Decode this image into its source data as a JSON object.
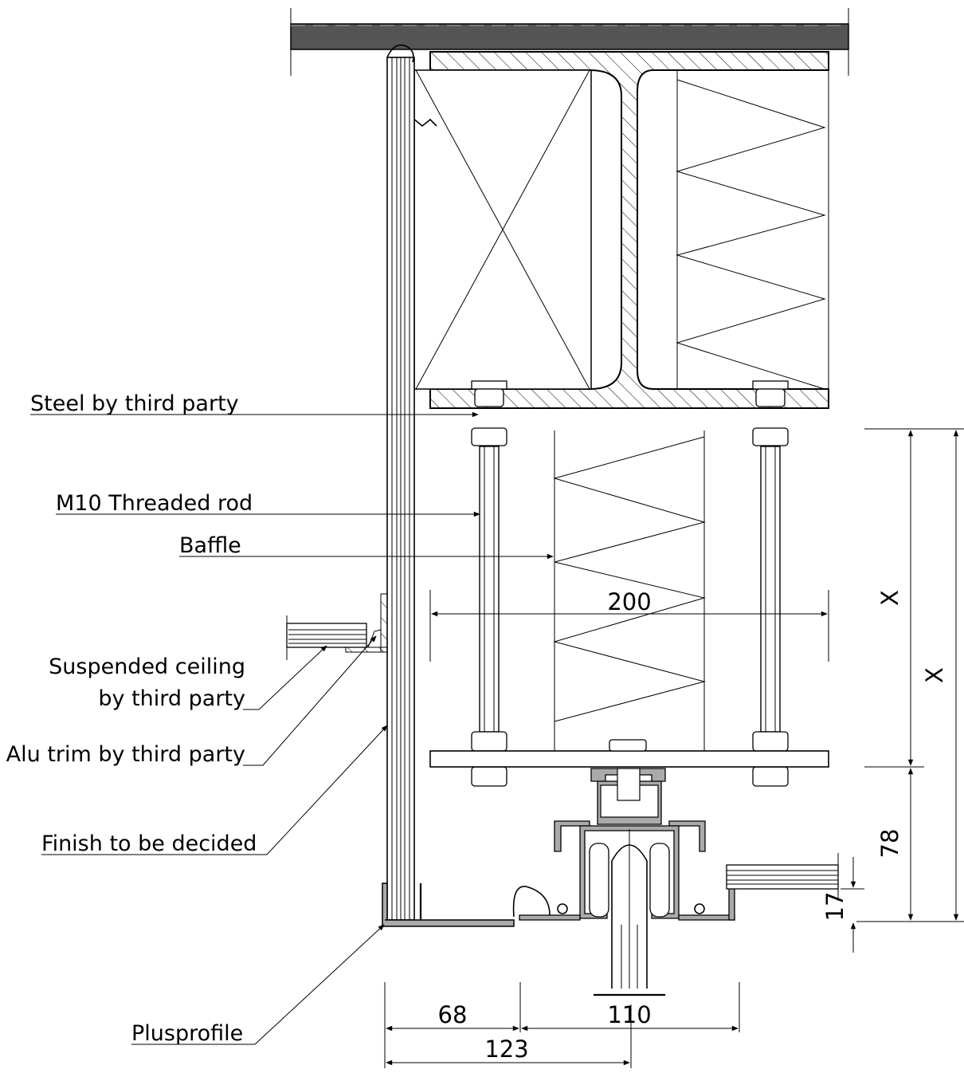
{
  "labels": {
    "steel": "Steel by third party",
    "rod": "M10 Threaded rod",
    "baffle": "Baffle",
    "ceiling_line1": "Suspended ceiling",
    "ceiling_line2": "by third party",
    "trim": "Alu trim by third party",
    "finish": "Finish to be decided",
    "plusprofile": "Plusprofile"
  },
  "dimensions": {
    "width_200": "200",
    "x_inner": "X",
    "x_outer": "X",
    "height_78": "78",
    "height_17": "17",
    "width_68": "68",
    "width_110": "110",
    "width_123": "123"
  },
  "colors": {
    "slab": "#555555",
    "profile": "#aaaaaa",
    "line": "#000000"
  }
}
